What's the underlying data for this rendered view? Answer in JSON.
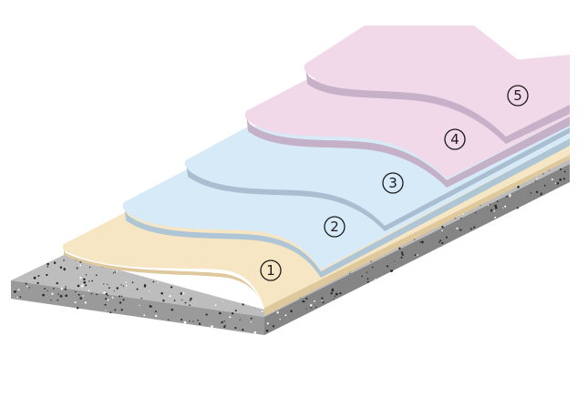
{
  "diagram": {
    "colors": {
      "substrate_top": "#bdbdbd",
      "substrate_front": "#9a9a9a",
      "substrate_side": "#858585",
      "speckle": "#2a2a2a"
    },
    "layers": [
      {
        "label": "1",
        "top": "#f6e6c4",
        "edge": "#dfc99c"
      },
      {
        "label": "2",
        "top": "#d7eaf7",
        "edge": "#aec5d6"
      },
      {
        "label": "3",
        "top": "#d7eaf7",
        "edge": "#a9bfd1"
      },
      {
        "label": "4",
        "top": "#f1d9ea",
        "edge": "#c4b0c7"
      },
      {
        "label": "5",
        "top": "#f1d9ea",
        "edge": "#c7b1c9"
      }
    ]
  }
}
